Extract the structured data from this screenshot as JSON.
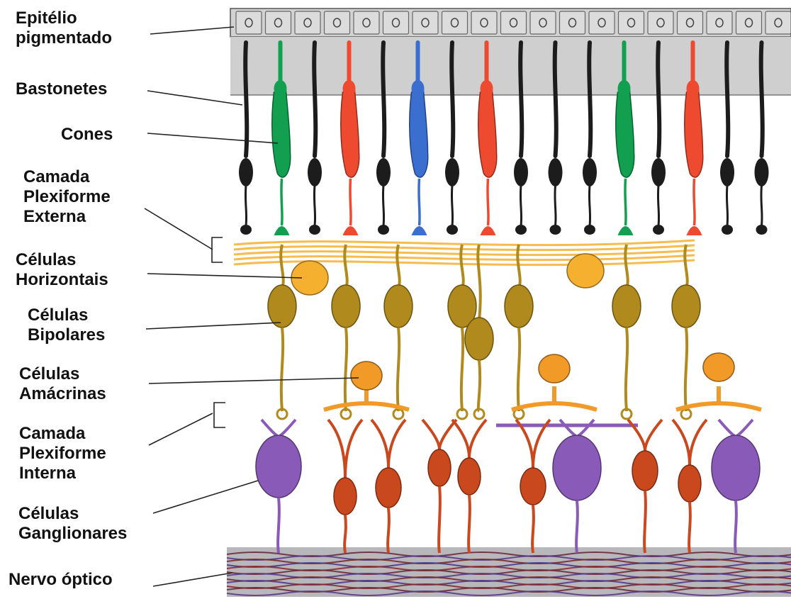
{
  "labels": {
    "epitelio": [
      "Epitélio",
      "pigmentado"
    ],
    "bastonetes": [
      "Bastonetes"
    ],
    "cones": [
      "Cones"
    ],
    "plexiforme_externa": [
      "Camada",
      "Plexiforme",
      "Externa"
    ],
    "horizontais": [
      "Células",
      "Horizontais"
    ],
    "bipolares": [
      "Células",
      "Bipolares"
    ],
    "amacrinas": [
      "Células",
      "Amácrinas"
    ],
    "plexiforme_interna": [
      "Camada",
      "Plexiforme",
      "Interna"
    ],
    "ganglionares": [
      "Células",
      "Ganglionares"
    ],
    "nervo": [
      "Nervo óptico"
    ]
  },
  "colors": {
    "rod": "#1c1c1c",
    "cone_green": "#12a050",
    "cone_red": "#ee4a30",
    "cone_blue": "#3a6fd0",
    "horizontal": "#f5b030",
    "bipolar": "#b08a1c",
    "amacrine": "#f29a28",
    "ganglion_purple": "#8a5ab8",
    "ganglion_red": "#c9481e",
    "epithelium": "#d2d2d2",
    "nerve_band": "#b8b8bc"
  },
  "photoreceptors": [
    "rod",
    "green",
    "rod",
    "red",
    "rod",
    "blue",
    "rod",
    "red",
    "rod",
    "rod",
    "rod",
    "green",
    "rod",
    "red",
    "rod",
    "rod"
  ]
}
